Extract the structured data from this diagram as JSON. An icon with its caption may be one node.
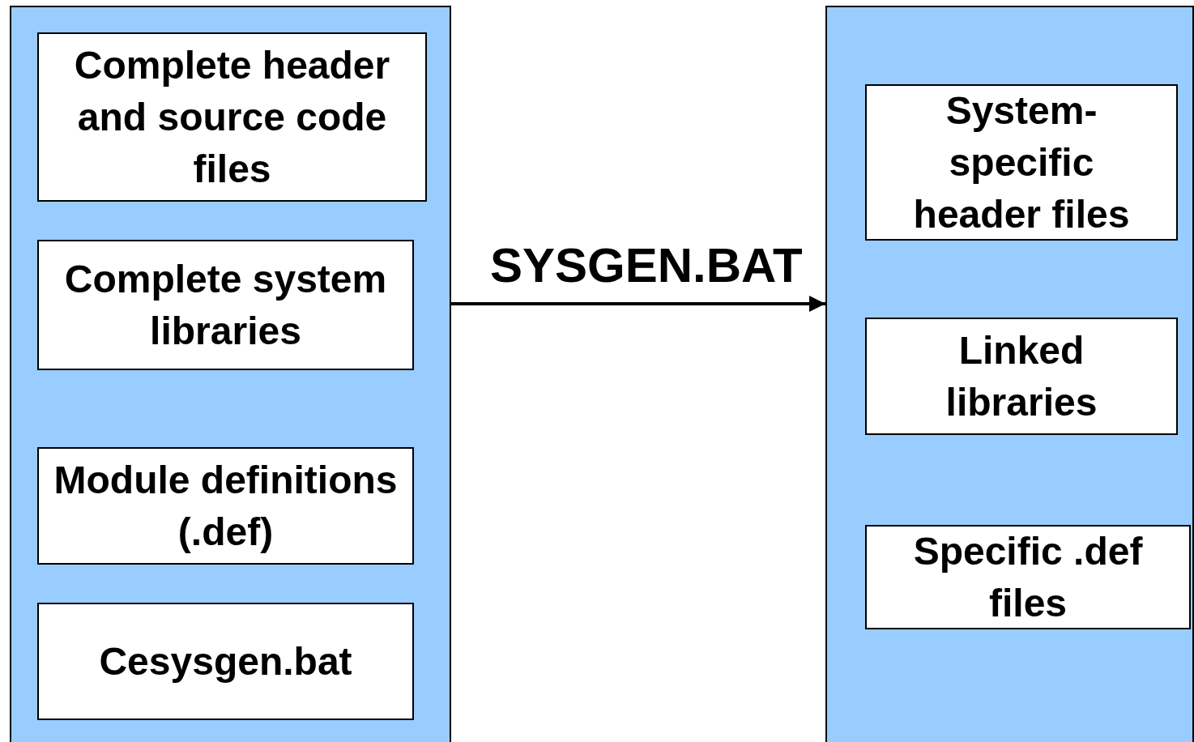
{
  "diagram": {
    "nodes": [
      {
        "text": [],
        "shape": "box"
      },
      {
        "text": [
          "Complete header and source code files"
        ],
        "in": 0
      },
      {
        "text": [
          "Complete system libraries"
        ],
        "in": 0
      },
      {
        "text": [
          "Module definitions (.def)"
        ],
        "in": 0
      },
      {
        "text": [
          "Cesysgen.bat"
        ],
        "in": 0
      },
      {
        "text": [],
        "shape": "box"
      },
      {
        "text": [
          "System-specific header files"
        ],
        "in": 5
      },
      {
        "text": [
          "Linked libraries"
        ],
        "in": 5
      },
      {
        "text": [
          "Specific .def files"
        ],
        "in": 5
      }
    ],
    "edges": [
      {
        "from": 0,
        "to": 5,
        "arrow": "to",
        "label": "SYSGEN.BAT"
      }
    ]
  }
}
